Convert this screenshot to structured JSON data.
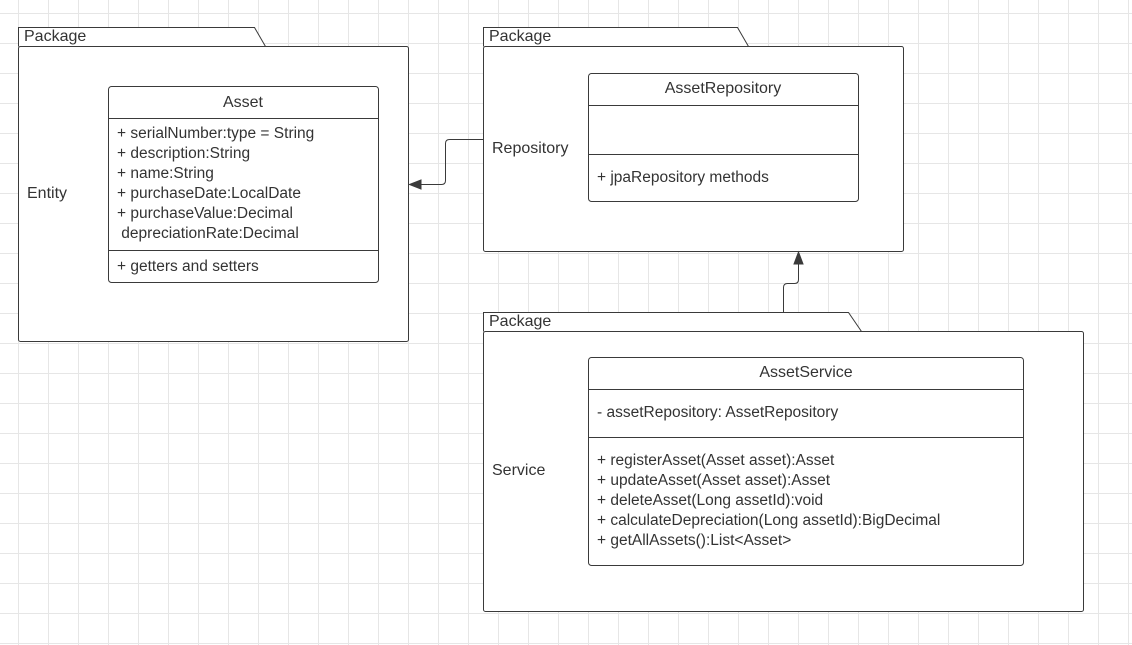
{
  "packages": {
    "entity": {
      "tab": "Package",
      "label": "Entity",
      "class": {
        "name": "Asset",
        "attributes": [
          "+ serialNumber:type = String",
          "+ description:String",
          "+ name:String",
          "+ purchaseDate:LocalDate",
          "+ purchaseValue:Decimal",
          " depreciationRate:Decimal"
        ],
        "methods": [
          "+ getters and setters"
        ]
      }
    },
    "repository": {
      "tab": "Package",
      "label": "Repository",
      "class": {
        "name": "AssetRepository",
        "attributes": [],
        "methods": [
          "+ jpaRepository methods"
        ]
      }
    },
    "service": {
      "tab": "Package",
      "label": "Service",
      "class": {
        "name": "AssetService",
        "attributes": [
          "- assetRepository: AssetRepository"
        ],
        "methods": [
          "+ registerAsset(Asset asset):Asset",
          "+ updateAsset(Asset asset):Asset",
          "+ deleteAsset(Long assetId):void",
          "+ calculateDepreciation(Long assetId):BigDecimal",
          "+ getAllAssets():List<Asset>"
        ]
      }
    }
  }
}
